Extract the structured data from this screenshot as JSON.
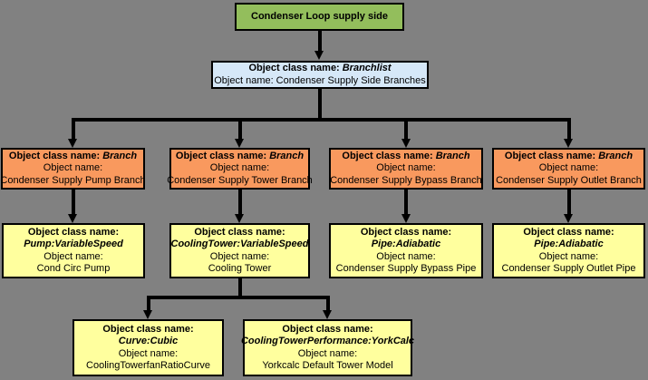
{
  "colors": {
    "canvas": "#818181",
    "root-fill": "#93BE5C",
    "branchlist-fill": "#D6E8F8",
    "branch-fill": "#F9995E",
    "component-fill": "#FFFF9E",
    "line": "#000000"
  },
  "root": {
    "label": "Condenser Loop supply side"
  },
  "branchlist": {
    "class_label": "Object class name:",
    "class_name": "Branchlist",
    "name_label": "Object name:",
    "object_name": "Condenser Supply Side Branches"
  },
  "branches": [
    {
      "class_label": "Object class name:",
      "class_name": "Branch",
      "name_label": "Object name:",
      "object_name": "Condenser Supply Pump Branch"
    },
    {
      "class_label": "Object class name:",
      "class_name": "Branch",
      "name_label": "Object name:",
      "object_name": "Condenser Supply Tower Branch"
    },
    {
      "class_label": "Object class name:",
      "class_name": "Branch",
      "name_label": "Object name:",
      "object_name": "Condenser Supply Bypass Branch"
    },
    {
      "class_label": "Object class name:",
      "class_name": "Branch",
      "name_label": "Object name:",
      "object_name": "Condenser Supply Outlet Branch"
    }
  ],
  "components": [
    {
      "class_label": "Object class name:",
      "class_name": "Pump:VariableSpeed",
      "name_label": "Object name:",
      "object_name": "Cond Circ Pump"
    },
    {
      "class_label": "Object class name:",
      "class_name": "CoolingTower:VariableSpeed",
      "name_label": "Object name:",
      "object_name": "Cooling Tower"
    },
    {
      "class_label": "Object class name:",
      "class_name": "Pipe:Adiabatic",
      "name_label": "Object name:",
      "object_name": "Condenser Supply Bypass Pipe"
    },
    {
      "class_label": "Object class name:",
      "class_name": "Pipe:Adiabatic",
      "name_label": "Object name:",
      "object_name": "Condenser Supply Outlet Pipe"
    }
  ],
  "subcomponents": [
    {
      "class_label": "Object class name:",
      "class_name": "Curve:Cubic",
      "name_label": "Object name:",
      "object_name": "CoolingTowerfanRatioCurve"
    },
    {
      "class_label": "Object class name:",
      "class_name": "CoolingTowerPerformance:YorkCalc",
      "name_label": "Object name:",
      "object_name": "Yorkcalc Default Tower Model"
    }
  ]
}
